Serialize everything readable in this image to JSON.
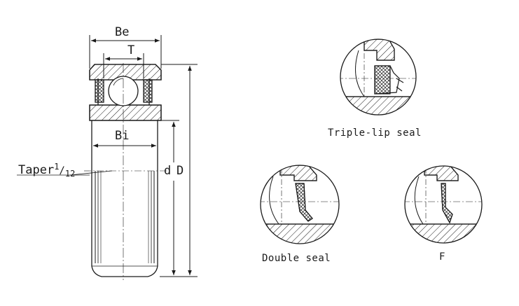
{
  "labels": {
    "be": "Be",
    "t": "T",
    "bi": "Bi",
    "taper": "Taper",
    "taper_num": "1",
    "taper_den": "12",
    "d": "d",
    "D": "D"
  },
  "captions": {
    "triple": "Triple-lip seal",
    "double": "Double seal",
    "f": "F"
  },
  "colors": {
    "ink": "#1a1a1a",
    "background": "#ffffff"
  }
}
